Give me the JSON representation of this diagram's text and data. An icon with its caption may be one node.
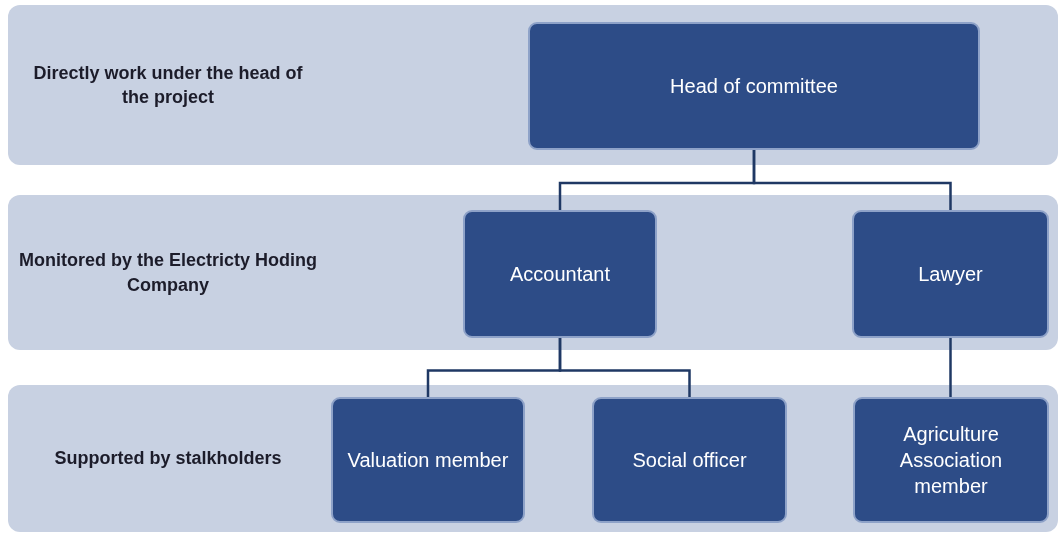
{
  "diagram": {
    "nodes": [
      {
        "text": [
          "Directly work under the head of the project"
        ]
      },
      {
        "text": [
          "Head of committee"
        ],
        "in": 0
      },
      {
        "text": [
          "Monitored by the Electricty Hoding Company"
        ]
      },
      {
        "text": [
          "Accountant"
        ],
        "in": 2
      },
      {
        "text": [
          "Lawyer"
        ],
        "in": 2
      },
      {
        "text": [
          "Supported by stalkholders"
        ]
      },
      {
        "text": [
          "Valuation member"
        ],
        "in": 5
      },
      {
        "text": [
          "Social officer"
        ],
        "in": 5
      },
      {
        "text": [
          "Agriculture Association member"
        ],
        "in": 5
      }
    ],
    "edges": [
      {
        "from": 1,
        "to": 3,
        "arrow": "none"
      },
      {
        "from": 1,
        "to": 4,
        "arrow": "none"
      },
      {
        "from": 3,
        "to": 6,
        "arrow": "none"
      },
      {
        "from": 3,
        "to": 7,
        "arrow": "none"
      },
      {
        "from": 4,
        "to": 8,
        "arrow": "none"
      }
    ]
  }
}
